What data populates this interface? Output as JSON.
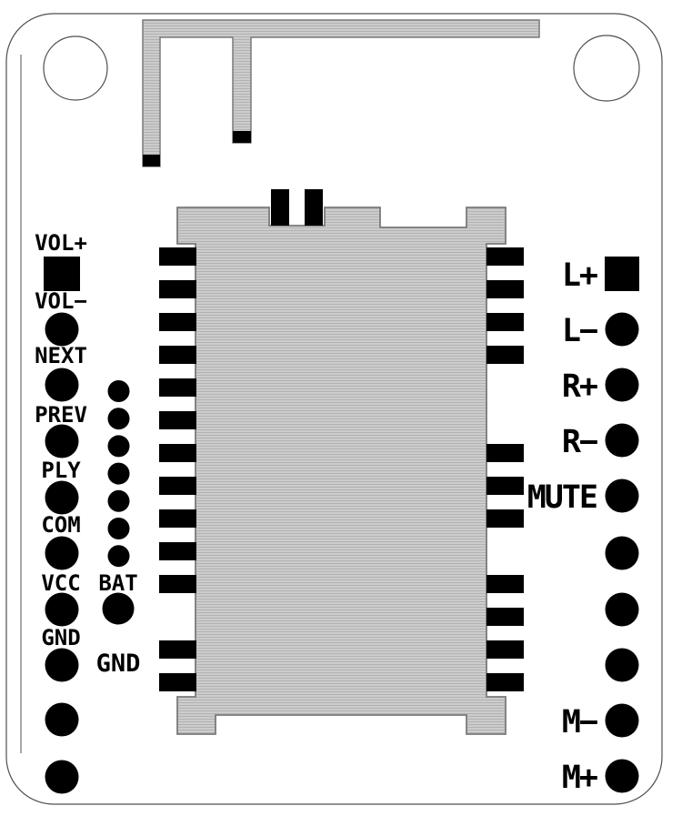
{
  "left_column": {
    "pins": [
      {
        "label": "VOL+",
        "pad": "square"
      },
      {
        "label": "VOL−",
        "pad": "round"
      },
      {
        "label": "NEXT",
        "pad": "round"
      },
      {
        "label": "PREV",
        "pad": "round"
      },
      {
        "label": "PLY",
        "pad": "round"
      },
      {
        "label": "COM",
        "pad": "round"
      },
      {
        "label": "VCC",
        "pad": "round"
      },
      {
        "label": "GND",
        "pad": "round"
      },
      {
        "label": "",
        "pad": "round"
      },
      {
        "label": "",
        "pad": "round"
      }
    ]
  },
  "middle_column": {
    "bat_label": "BAT",
    "gnd_label": "GND",
    "test_dot_count": 7
  },
  "right_column": {
    "pins": [
      {
        "label": "L+",
        "pad": "square"
      },
      {
        "label": "L−",
        "pad": "round"
      },
      {
        "label": "R+",
        "pad": "round"
      },
      {
        "label": "R−",
        "pad": "round"
      },
      {
        "label": "MUTE",
        "pad": "round"
      },
      {
        "label": "",
        "pad": "round"
      },
      {
        "label": "",
        "pad": "round"
      },
      {
        "label": "",
        "pad": "round"
      },
      {
        "label": "M−",
        "pad": "round"
      },
      {
        "label": "M+",
        "pad": "round"
      }
    ]
  },
  "module": {
    "left_edge_pad_count": 13,
    "right_edge_pad_count": 11,
    "top_pad_count": 2
  },
  "board": {
    "mounting_hole_count": 2,
    "antenna_tip_count": 2
  },
  "colors": {
    "background": "#ffffff",
    "copper_fill": "#cccccc",
    "hatch_line": "#b2b2b2",
    "shape_outline": "#7a7a7a",
    "board_outline": "#4f4f4f",
    "pad_fill": "#000000",
    "text": "#000000"
  }
}
